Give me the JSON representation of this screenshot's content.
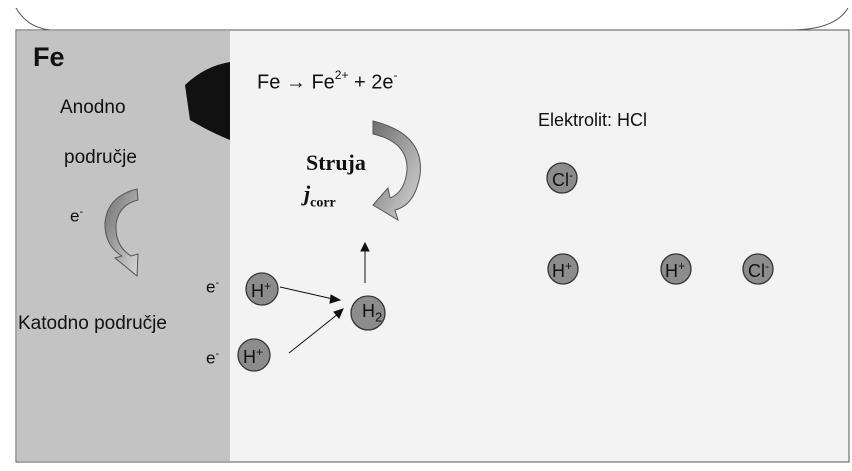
{
  "metal_label": "Fe",
  "zones": {
    "anodic_line1": "Anodno",
    "anodic_line2": "područje",
    "cathodic": "Katodno područje"
  },
  "reaction": {
    "left": "Fe → Fe",
    "ion_charge": "2+",
    "right": " + 2e",
    "electron_sign": "-"
  },
  "current": {
    "label": "Struja",
    "symbol": "j",
    "subscript": "corr"
  },
  "electrolyte": "Elektrolit: HCl",
  "electron": {
    "base": "e",
    "sign": "-"
  },
  "species": {
    "proton": "H",
    "proton_charge": "+",
    "chloride": "Cl",
    "chloride_charge": "-",
    "hydrogen": "H",
    "hydrogen_subscript": "2"
  },
  "colors": {
    "metal": "#c3c3c3",
    "electrolyte_bg": "#f3f3f3",
    "ion_fill": "#8c8c8c",
    "pit": "#111111",
    "arrow_fill": "#8a8a8a"
  }
}
